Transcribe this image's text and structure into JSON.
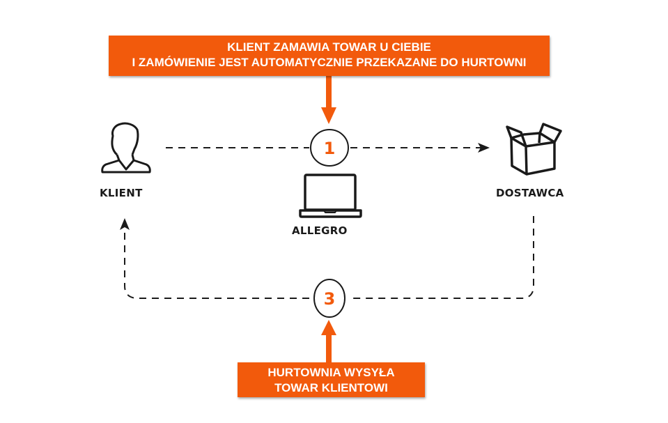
{
  "top_box": {
    "line1": "KLIENT ZAMAWIA TOWAR U CIEBIE",
    "line2": "I ZAMÓWIENIE JEST AUTOMATYCZNIE PRZEKAZANE DO HURTOWNI"
  },
  "bottom_box": {
    "line1": "HURTOWNIA WYSYŁA",
    "line2": "TOWAR KLIENTOWI"
  },
  "nodes": {
    "klient": "KLIENT",
    "allegro": "ALLEGRO",
    "dostawca": "DOSTAWCA"
  },
  "steps": {
    "step1": "1",
    "step3": "3"
  },
  "colors": {
    "accent": "#f25a0c",
    "line": "#1a1a1a"
  }
}
